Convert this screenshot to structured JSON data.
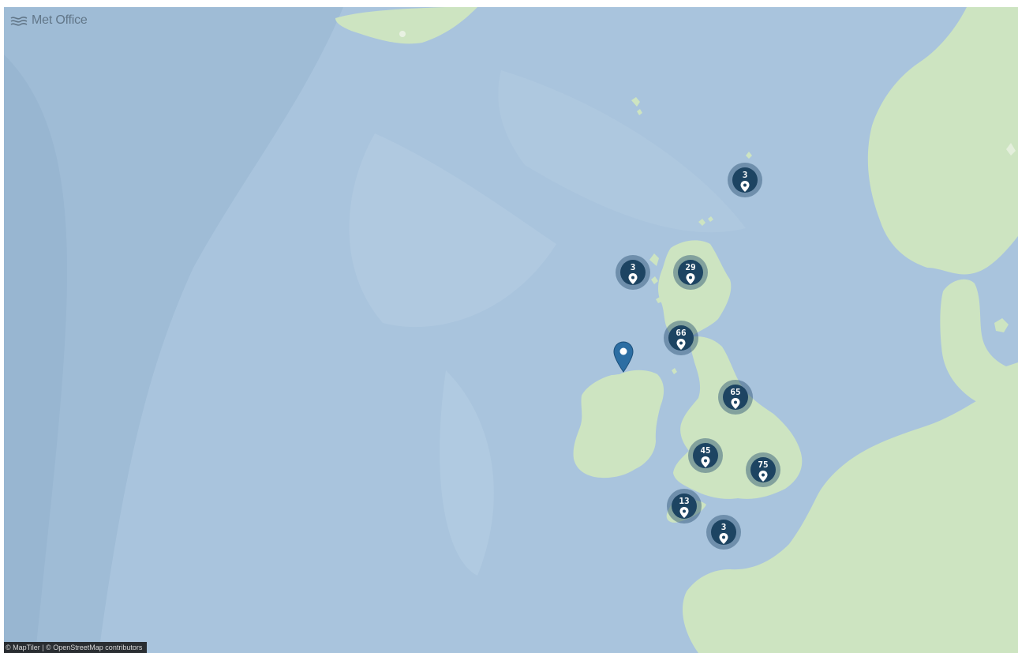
{
  "app": {
    "logo_text": "Met Office"
  },
  "map": {
    "sea_color": "#a9c4dd",
    "land_color": "#cde4c1",
    "accent_color": "#1d4462",
    "marker_color": "#2c6ea3"
  },
  "clusters": [
    {
      "count": "3"
    },
    {
      "count": "3"
    },
    {
      "count": "29"
    },
    {
      "count": "66"
    },
    {
      "count": "65"
    },
    {
      "count": "45"
    },
    {
      "count": "75"
    },
    {
      "count": "13"
    },
    {
      "count": "3"
    }
  ],
  "attribution": {
    "text": "© MapTiler | © OpenStreetMap contributors"
  }
}
